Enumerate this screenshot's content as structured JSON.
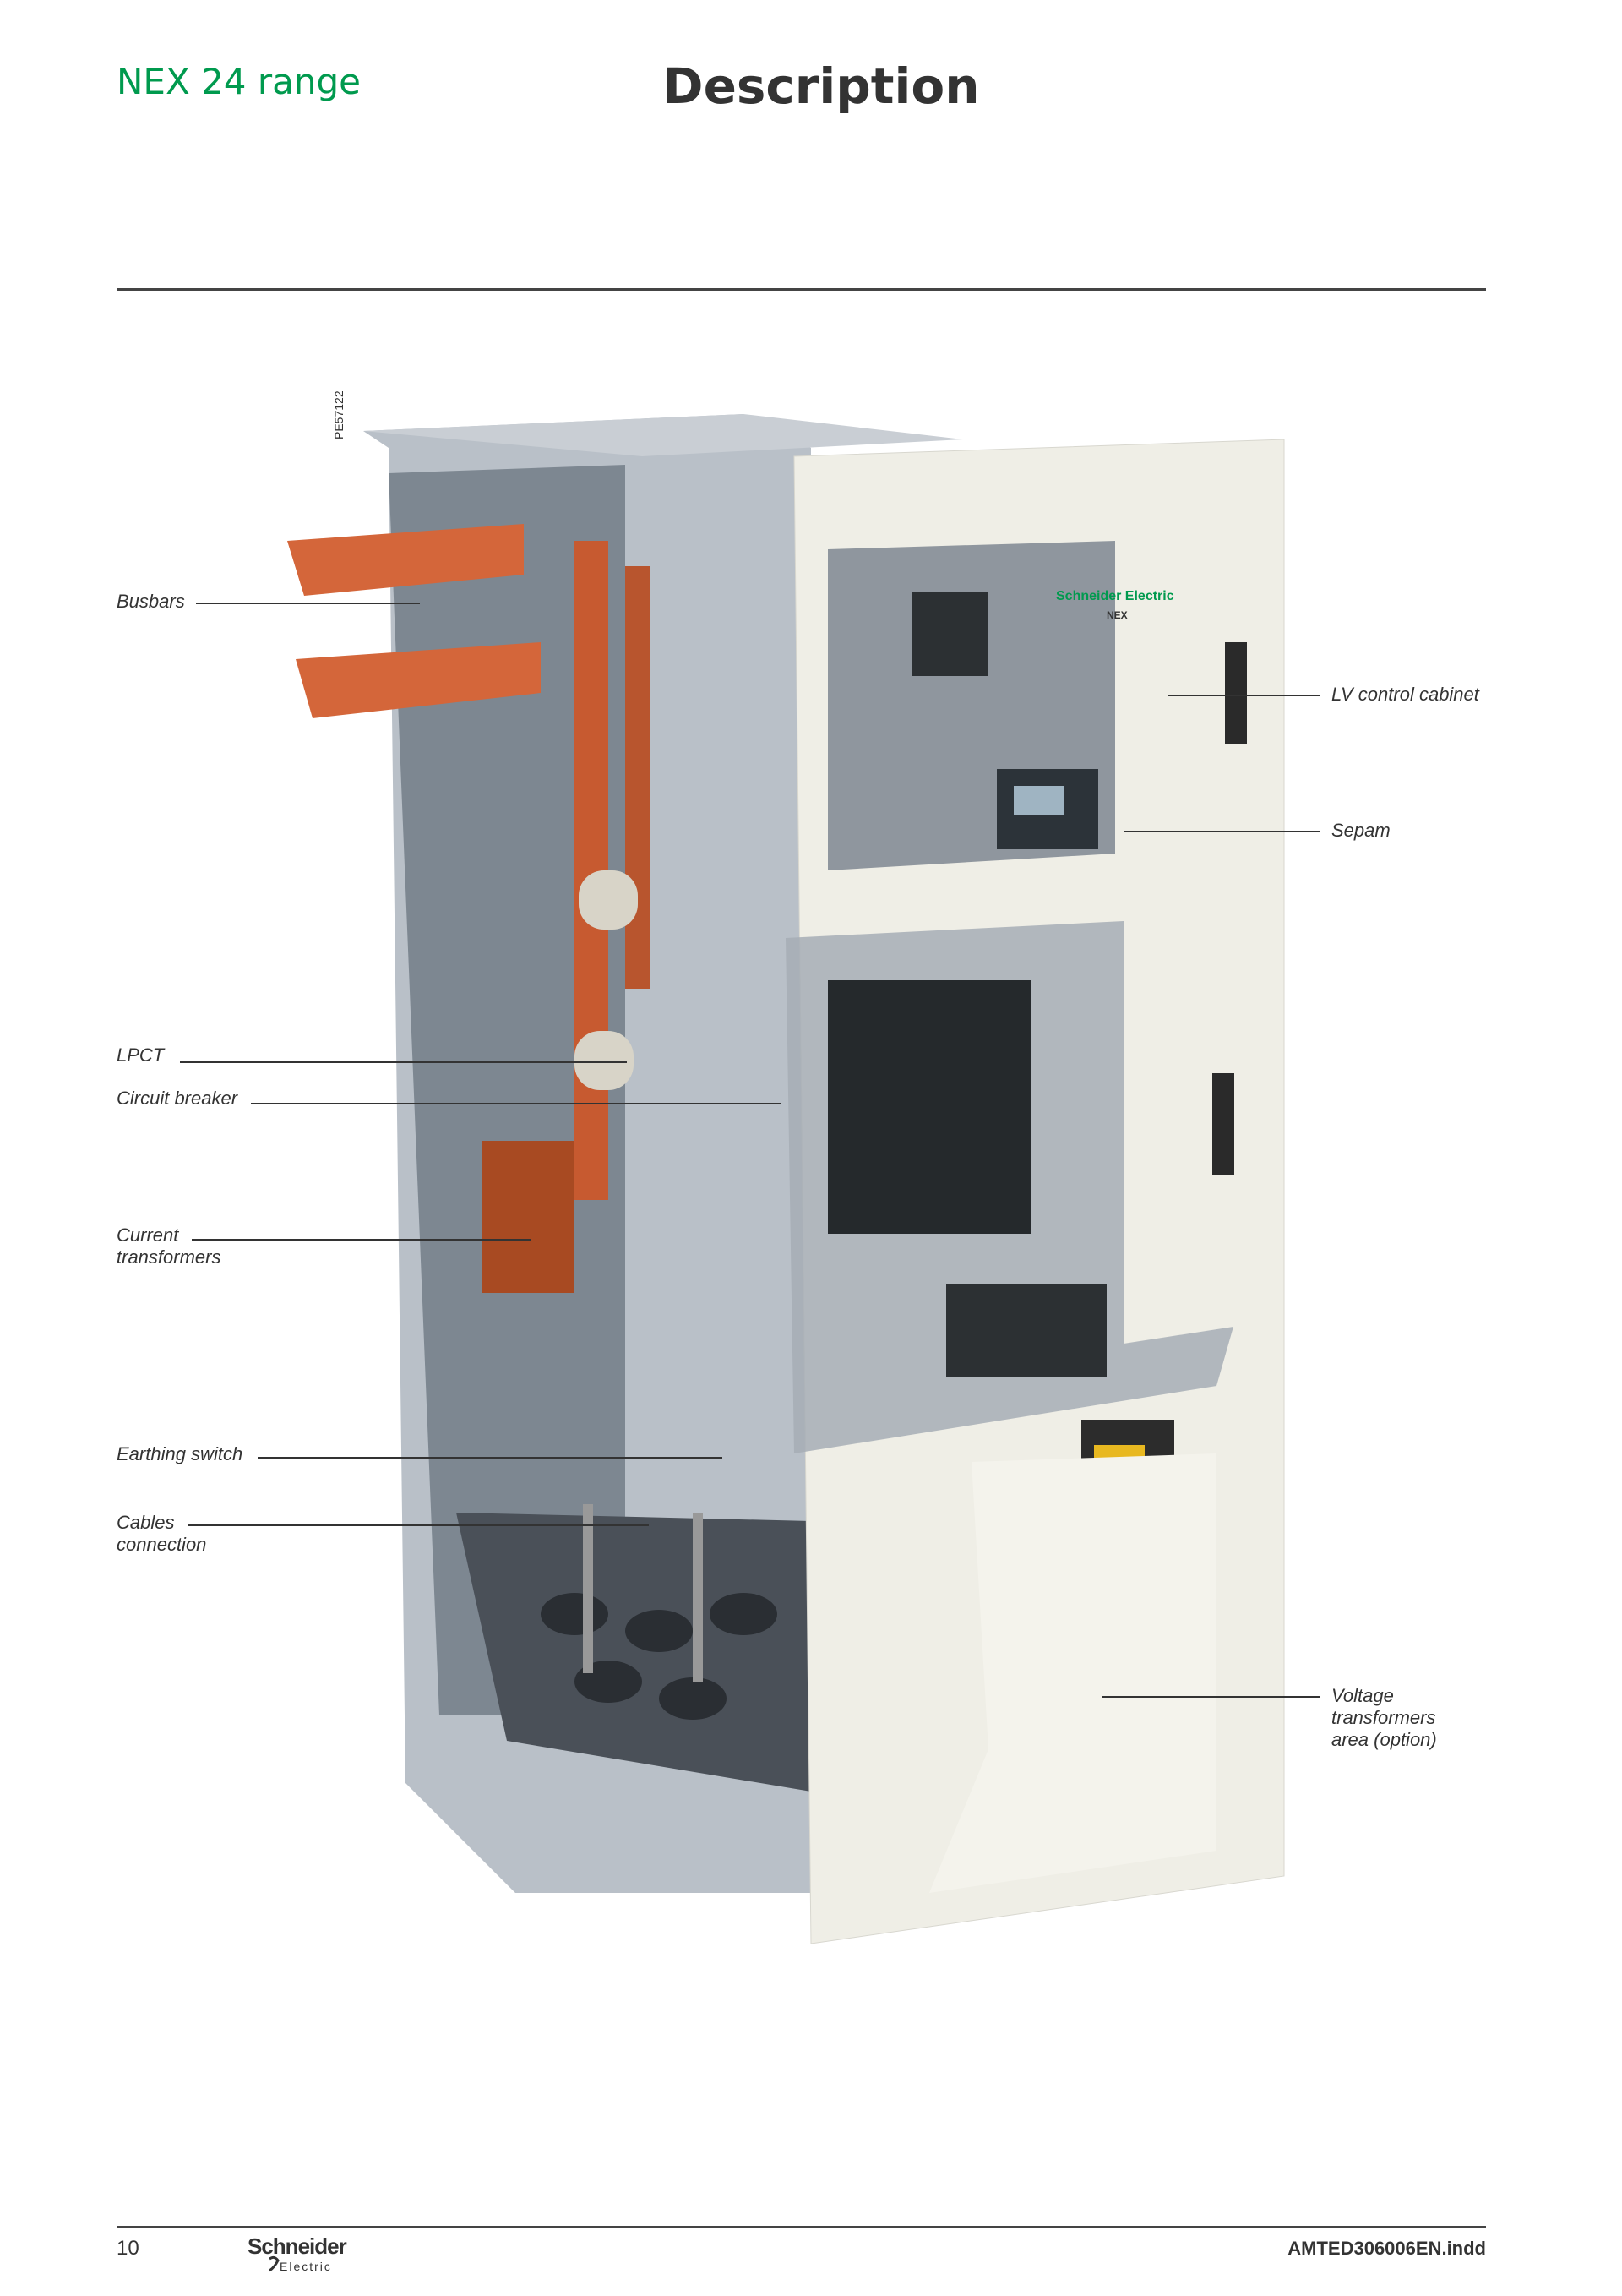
{
  "header": {
    "range": "NEX 24 range",
    "title": "Description"
  },
  "illustration": {
    "photo_ref": "PE57122",
    "brand_on_panel": "Schneider Electric",
    "model_on_panel": "NEX"
  },
  "labels": {
    "busbars": "Busbars",
    "lv_cabinet": "LV control cabinet",
    "sepam": "Sepam",
    "lpct": "LPCT",
    "circuit_breaker": "Circuit breaker",
    "current_transformers_1": "Current",
    "current_transformers_2": "transformers",
    "earthing_switch": "Earthing switch",
    "cables_1": "Cables",
    "cables_2": "connection",
    "vt_1": "Voltage",
    "vt_2": "transformers",
    "vt_3": "area (option)"
  },
  "footer": {
    "page": "10",
    "logo": "Schneider Electric",
    "doc_ref": "AMTED306006EN.indd"
  },
  "colors": {
    "brand_green": "#009a4e",
    "copper": "#d4663a"
  }
}
